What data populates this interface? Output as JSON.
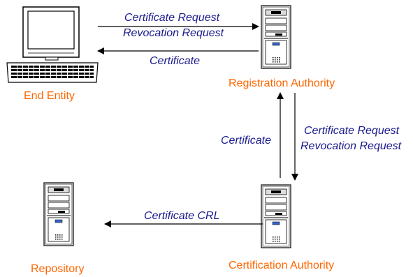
{
  "colors": {
    "node_label": "#ff6600",
    "message_text": "#1a1a8c",
    "line": "#000000"
  },
  "nodes": {
    "end_entity": {
      "label": "End Entity",
      "icon": "desktop-computer-icon"
    },
    "registration_authority": {
      "label": "Registration Authority",
      "icon": "server-tower-icon"
    },
    "certification_authority": {
      "label": "Certification Authority",
      "icon": "server-tower-icon"
    },
    "repository": {
      "label": "Repository",
      "icon": "server-tower-icon"
    }
  },
  "messages": {
    "ee_to_ra_line1": "Certificate Request",
    "ee_to_ra_line2": "Revocation Request",
    "ra_to_ee": "Certificate",
    "ca_to_ra": "Certificate",
    "ra_to_ca_line1": "Certificate Request",
    "ra_to_ca_line2": "Revocation Request",
    "ca_to_repo": "Certificate CRL"
  }
}
